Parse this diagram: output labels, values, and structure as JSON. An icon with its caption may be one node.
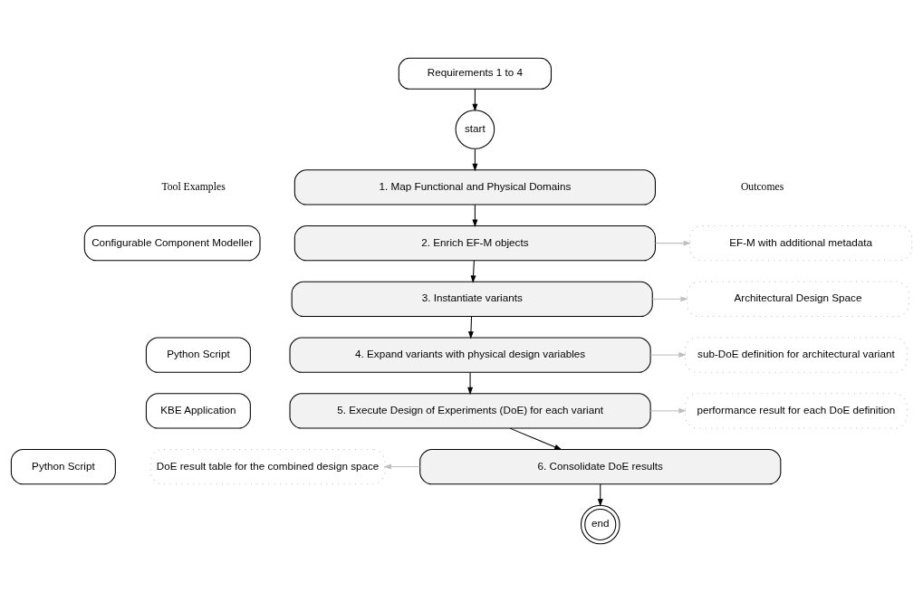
{
  "diagram": {
    "nodes": [
      {
        "text": [
          "Requirements 1 to 4"
        ]
      },
      {
        "text": [
          "start"
        ]
      },
      {
        "text": [
          "1. Map Functional and Physical Domains"
        ]
      },
      {
        "text": [
          "2. Enrich EF-M objects"
        ]
      },
      {
        "text": [
          "3. Instantiate variants"
        ]
      },
      {
        "text": [
          "4. Expand variants with physical design variables"
        ]
      },
      {
        "text": [
          "5. Execute Design of Experiments (DoE) for each variant"
        ]
      },
      {
        "text": [
          "6. Consolidate DoE results"
        ]
      },
      {
        "text": [
          "end"
        ]
      },
      {
        "text": [
          "Configurable Component Modeller"
        ]
      },
      {
        "text": [
          "Python Script"
        ]
      },
      {
        "text": [
          "KBE Application"
        ]
      },
      {
        "text": [
          "Python Script"
        ]
      },
      {
        "text": [
          "EF-M with additional metadata"
        ]
      },
      {
        "text": [
          "Architectural Design Space"
        ]
      },
      {
        "text": [
          "sub-DoE definition for architectural variant"
        ]
      },
      {
        "text": [
          "performance result for each DoE definition"
        ]
      },
      {
        "text": [
          "DoE result table for the combined design space"
        ]
      }
    ],
    "edges": [
      {
        "from": 0,
        "to": 1,
        "arrow": "to"
      },
      {
        "from": 1,
        "to": 2,
        "arrow": "to"
      },
      {
        "from": 2,
        "to": 3,
        "arrow": "to"
      },
      {
        "from": 3,
        "to": 4,
        "arrow": "to"
      },
      {
        "from": 4,
        "to": 5,
        "arrow": "to"
      },
      {
        "from": 5,
        "to": 6,
        "arrow": "to"
      },
      {
        "from": 6,
        "to": 7,
        "arrow": "to"
      },
      {
        "from": 7,
        "to": 8,
        "arrow": "to"
      },
      {
        "from": 3,
        "to": 13,
        "arrow": "to",
        "color": "#bfbfbf"
      },
      {
        "from": 4,
        "to": 14,
        "arrow": "to",
        "color": "#bfbfbf"
      },
      {
        "from": 5,
        "to": 15,
        "arrow": "to",
        "color": "#bfbfbf"
      },
      {
        "from": 6,
        "to": 16,
        "arrow": "to",
        "color": "#bfbfbf"
      },
      {
        "from": 7,
        "to": 17,
        "arrow": "to",
        "color": "#bfbfbf"
      }
    ],
    "labels": [
      "Tool Examples",
      "Outcomes"
    ]
  }
}
